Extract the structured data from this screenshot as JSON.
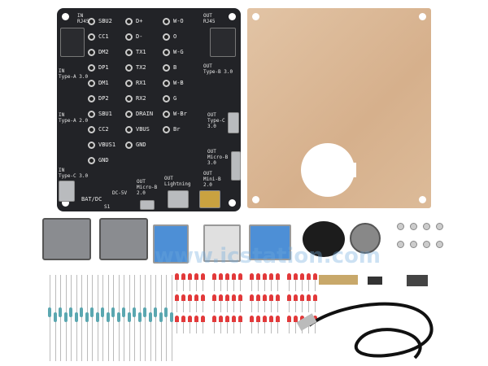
{
  "pcb": {
    "in_labels": [
      "IN\nRJ45",
      "IN\nType-A 3.0",
      "IN\nType-A 2.0",
      "IN\nType-C 3.0"
    ],
    "out_labels": [
      "OUT\nRJ45",
      "OUT\nType-B 3.0",
      "OUT\nType-C\n3.0",
      "OUT\nMicro-B\n3.0",
      "OUT\nMini-B\n2.0",
      "OUT\nLightning",
      "OUT\nMicro-B\n2.0"
    ],
    "power_labels": [
      "DC-5V",
      "BAT/DC",
      "S1"
    ],
    "col1": [
      "SBU2",
      "CC1",
      "DM2",
      "DP1",
      "DM1",
      "DP2",
      "SBU1",
      "CC2",
      "VBUS1",
      "GND"
    ],
    "col2": [
      "D+",
      "D-",
      "TX1",
      "TX2",
      "RX1",
      "RX2",
      "DRAIN",
      "VBUS",
      "GND"
    ],
    "col3": [
      "W-O",
      "O",
      "W-G",
      "B",
      "W-B",
      "G",
      "W-Br",
      "Br"
    ]
  },
  "watermark": "www.icstation.com",
  "colors": {
    "pcb": "#222327",
    "acrylic": "#d6b08c",
    "led": "#e2393a",
    "resistor": "#5ba7b0"
  }
}
